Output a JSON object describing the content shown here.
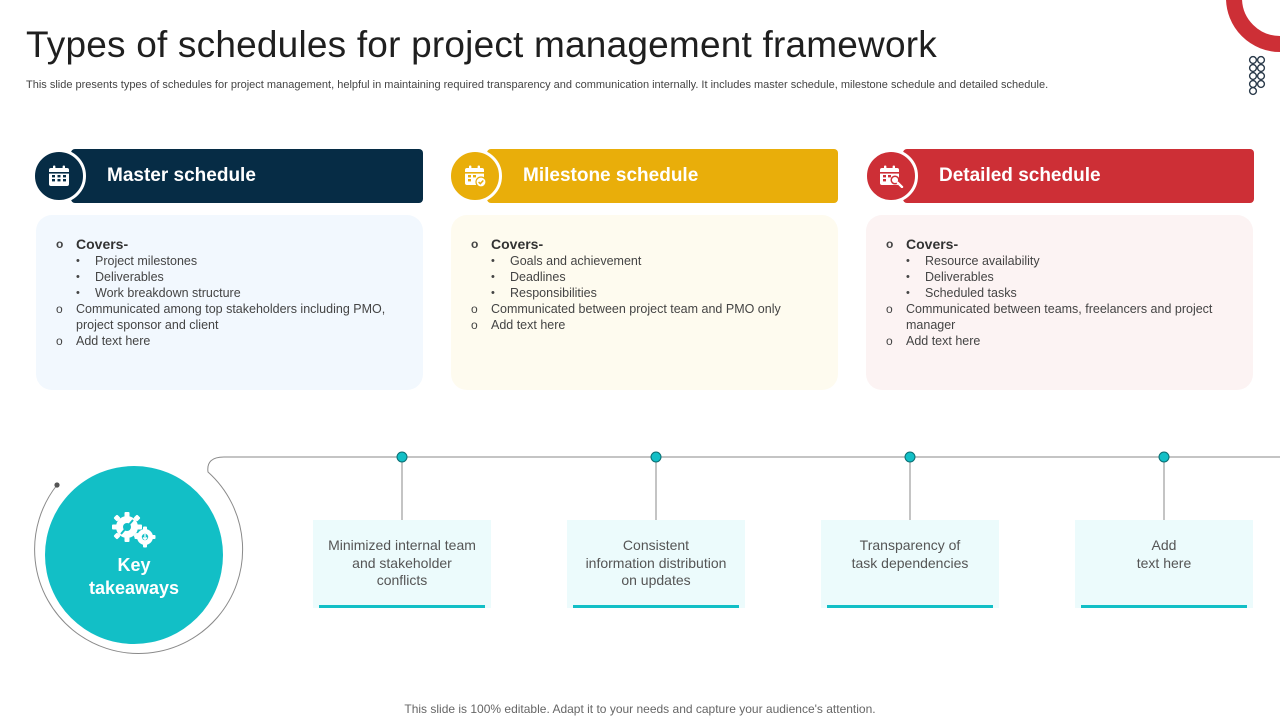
{
  "title": "Types of schedules for project management framework",
  "subtitle": "This slide presents types of schedules for project management, helpful in maintaining required transparency and communication internally. It includes master schedule, milestone schedule and detailed schedule.",
  "colors": {
    "navy": "#062c45",
    "yellow": "#e9ae0a",
    "red": "#cd2f36",
    "teal": "#12bfc6",
    "blue_tint": "#f2f8fe",
    "yellow_tint": "#fefbef",
    "red_tint": "#fcf3f3"
  },
  "cards": [
    {
      "icon": "calendar-icon",
      "heading": "Master schedule",
      "covers_label": "Covers-",
      "sub_items": [
        "Project milestones",
        "Deliverables",
        "Work breakdown structure"
      ],
      "points": [
        "Communicated among top stakeholders including PMO, project sponsor and client",
        "Add text here"
      ]
    },
    {
      "icon": "calendar-check-icon",
      "heading": "Milestone schedule",
      "covers_label": "Covers-",
      "sub_items": [
        "Goals and achievement",
        "Deadlines",
        "Responsibilities"
      ],
      "points": [
        "Communicated between project team and PMO only",
        "Add text here"
      ]
    },
    {
      "icon": "calendar-search-icon",
      "heading": "Detailed schedule",
      "covers_label": "Covers-",
      "sub_items": [
        "Resource availability",
        "Deliverables",
        "Scheduled tasks"
      ],
      "points": [
        "Communicated between teams, freelancers and project manager",
        "Add text here"
      ]
    }
  ],
  "key_takeaways": {
    "icon": "gears-icon",
    "label": "Key takeaways",
    "items": [
      "Minimized internal team\nand stakeholder\nconflicts",
      "Consistent\ninformation distribution\non updates",
      "Transparency of\ntask dependencies",
      "Add\ntext here"
    ]
  },
  "footer": "This slide is 100% editable. Adapt it to your needs and capture your audience's attention."
}
